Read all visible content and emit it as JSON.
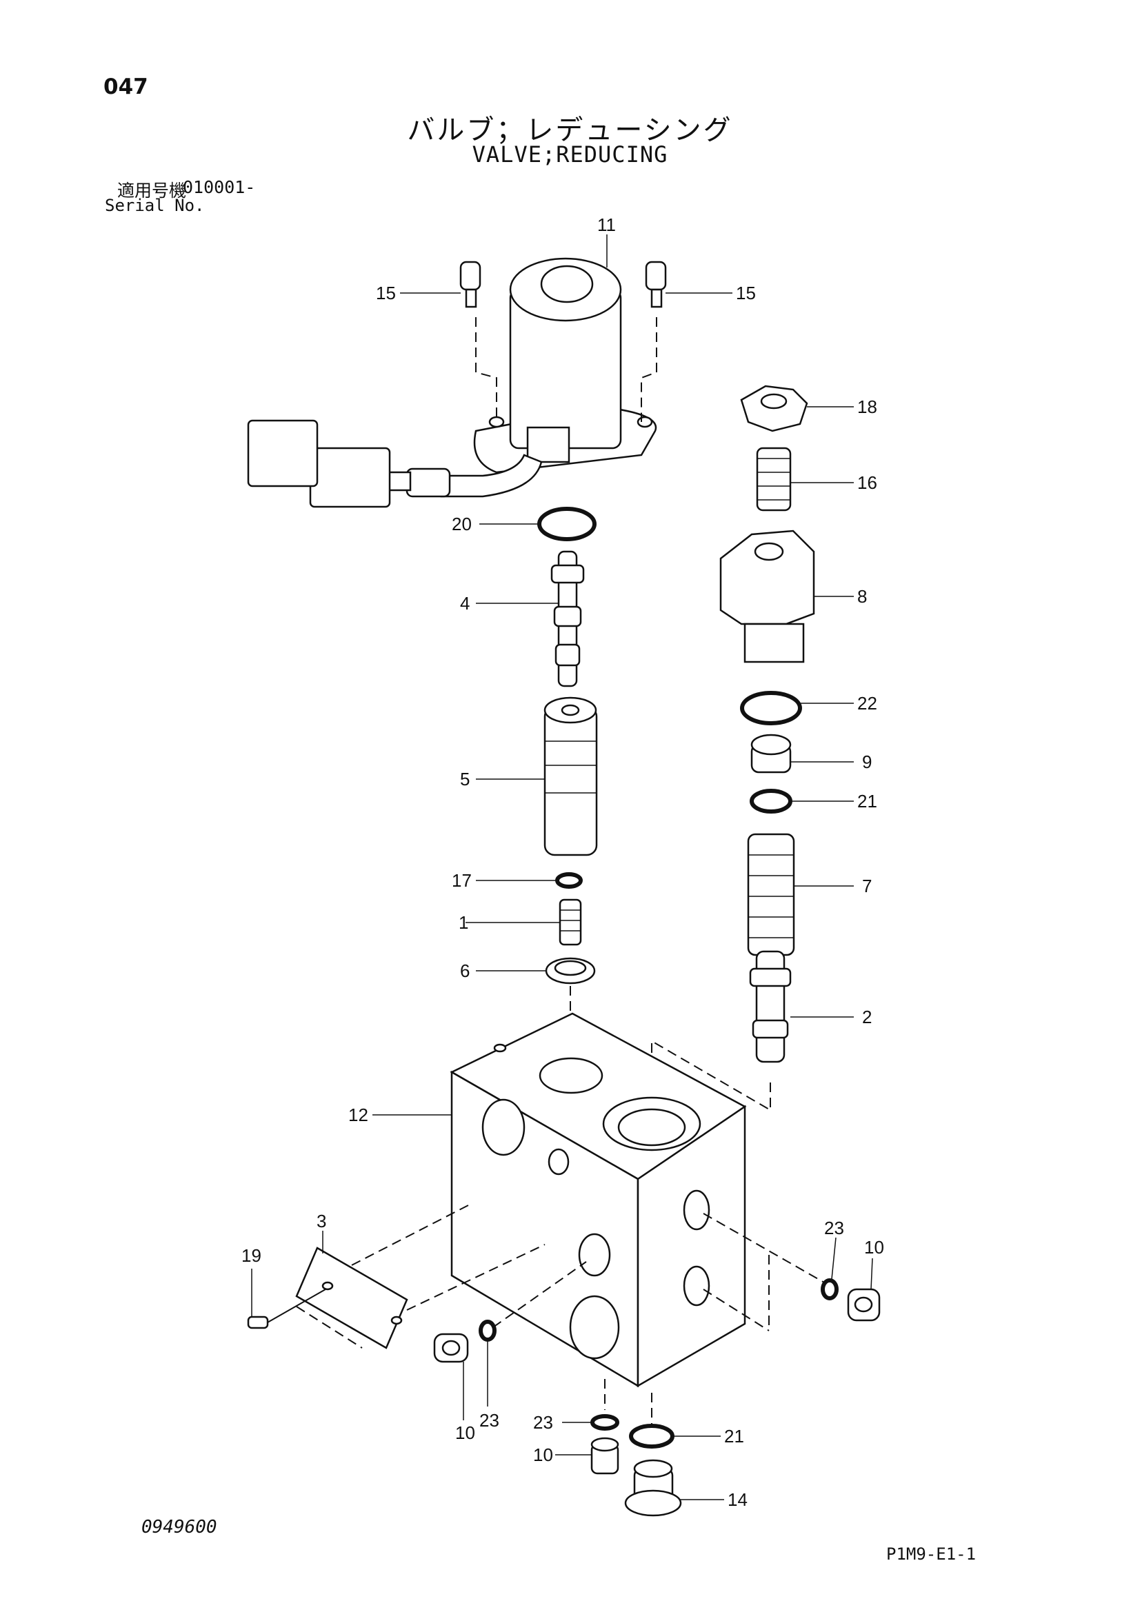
{
  "page_number": "047",
  "title_jp": "バルブ；レデューシング",
  "title_en": "VALVE;REDUCING",
  "serial": {
    "label_jp": "適用号機",
    "value": "010001-",
    "label_en": "Serial No."
  },
  "callouts": [
    "11",
    "15",
    "15",
    "18",
    "16",
    "20",
    "8",
    "4",
    "22",
    "9",
    "21",
    "5",
    "7",
    "17",
    "1",
    "6",
    "2",
    "12",
    "23",
    "10",
    "3",
    "19",
    "10",
    "23",
    "23",
    "21",
    "10",
    "14"
  ],
  "drawing_number": "0949600",
  "page_code": "P1M9-E1-1"
}
